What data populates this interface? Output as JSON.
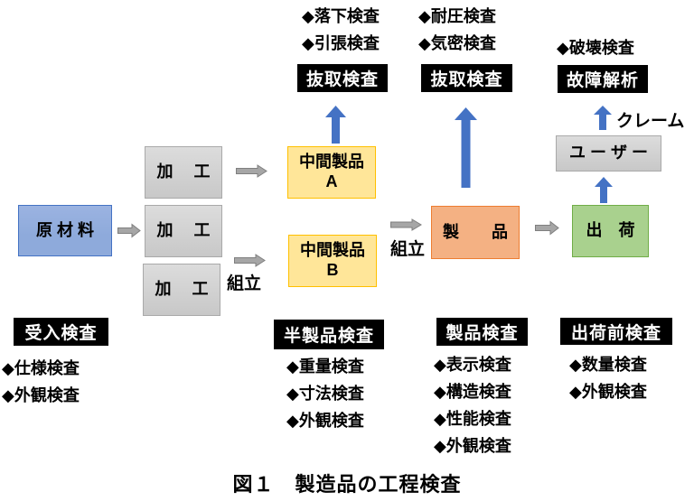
{
  "figure_title": "図１　製造品の工程検査",
  "palette": {
    "raw_material_fill": "#8EAADB",
    "raw_material_border": "#4472C4",
    "process_fill": "#D9D9D9",
    "intermediate_fill": "#FFE699",
    "intermediate_border": "#FFC000",
    "product_fill": "#F4B183",
    "product_border": "#ED7D31",
    "shipping_fill": "#A9D18E",
    "shipping_border": "#70AD47",
    "inspection_box_bg": "#000000",
    "inspection_box_text": "#FFFFFF",
    "blue_arrow": "#4472C4",
    "gray_arrow": "#A6A6A6"
  },
  "nodes": {
    "raw_material": "原 材 料",
    "process_1": "加　 工",
    "process_2": "加　 工",
    "process_3": "加　 工",
    "intermediate_a": {
      "line1": "中間製品",
      "line2": "A"
    },
    "intermediate_b": {
      "line1": "中間製品",
      "line2": "B"
    },
    "product": "製　　品",
    "shipping": "出　荷",
    "user": "ユ ー ザ ー"
  },
  "inspections": {
    "sampling_a": "抜取検査",
    "sampling_b": "抜取検査",
    "failure_analysis": "故障解析",
    "incoming": "受入検査",
    "semi_finished": "半製品検査",
    "product": "製品検査",
    "pre_shipment": "出荷前検査"
  },
  "bullets": {
    "sampling_a": [
      "◆落下検査",
      "◆引張検査"
    ],
    "sampling_b": [
      "◆耐圧検査",
      "◆気密検査"
    ],
    "failure_analysis": [
      "◆破壊検査"
    ],
    "incoming": [
      "◆仕様検査",
      "◆外観検査"
    ],
    "semi_finished": [
      "◆重量検査",
      "◆寸法検査",
      "◆外観検査"
    ],
    "product": [
      "◆表示検査",
      "◆構造検査",
      "◆性能検査",
      "◆外観検査"
    ],
    "pre_shipment": [
      "◆数量検査",
      "◆外観検査"
    ]
  },
  "flow_labels": {
    "assembly_1": "組立",
    "assembly_2": "組立",
    "claim": "クレーム"
  }
}
